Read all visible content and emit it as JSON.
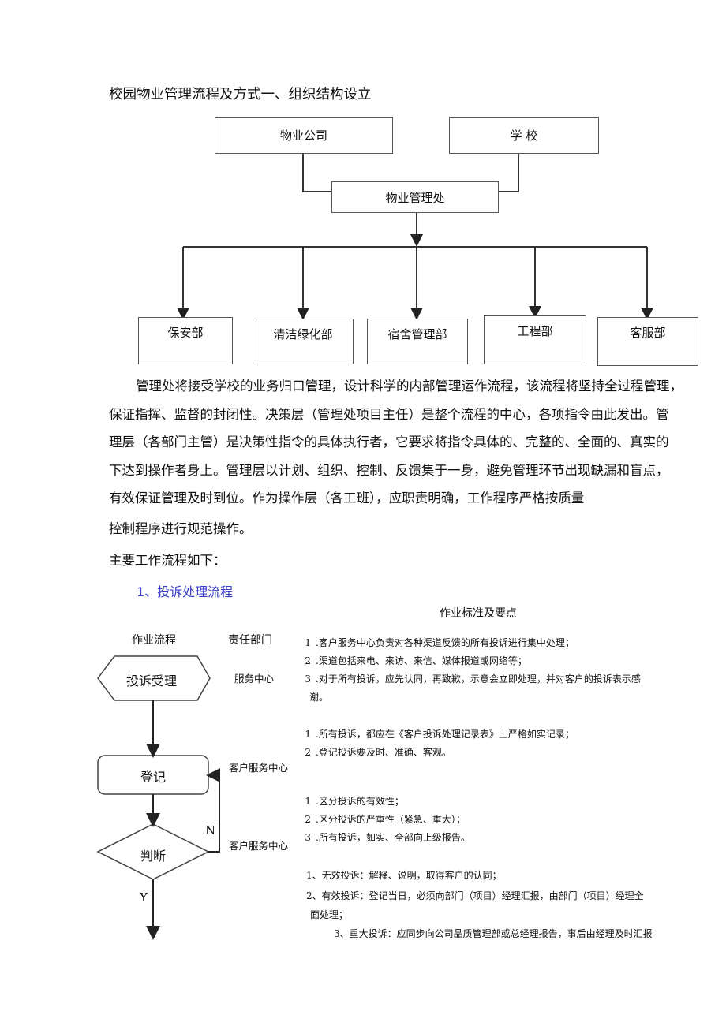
{
  "title": "校园物业管理流程及方式一、组织结构设立",
  "org": {
    "company": "物业公司",
    "school": "学  校",
    "office": "物业管理处",
    "departments": [
      "保安部",
      "清洁绿化部",
      "宿舍管理部",
      "工程部",
      "客服部"
    ]
  },
  "intro_lines": [
    "管理处将接受学校的业务归口管理，设计科学的内部管理运作流程，该流程将坚持全过程管理，",
    "保证指挥、监督的封闭性。决策层（管理处项目主任）是整个流程的中心，各项指令由此发出。管",
    "理层（各部门主管）是决策性指令的具体执行者，它要求将指令具体的、完整的、全面的、真实的",
    "下达到操作者身上。管理层以计划、组织、控制、反馈集于一身，避免管理环节出现缺漏和盲点，",
    "有效保证管理及时到位。作为操作层（各工班），应职责明确，工作程序严格按质量",
    "控制程序进行规范操作。"
  ],
  "main_flow_label": "主要工作流程如下：",
  "section1_title": "1、投诉处理流程",
  "table": {
    "header_standards": "作业标准及要点",
    "header_flow": "作业流程",
    "header_dept": "责任部门"
  },
  "flow": {
    "step1": "投诉受理",
    "step2": "登记",
    "step3": "判断",
    "no_label": "N",
    "yes_label": "Y"
  },
  "depts": [
    "服务中心",
    "客户服务中心",
    "客户服务中心"
  ],
  "standards": {
    "group1": [
      {
        "num": "1",
        "text": ".客户服务中心负责对各种渠道反馈的所有投诉进行集中处理；"
      },
      {
        "num": "2",
        "text": ".渠道包括来电、来访、来信、媒体报道或网络等；"
      },
      {
        "num": "3",
        "text": ".对于所有投诉，应先认同，再致歉，示意会立即处理，并对客户的投诉表示感"
      }
    ],
    "group1_cont": "谢。",
    "group2": [
      {
        "num": "1",
        "text": ".所有投诉，都应在《客户投诉处理记录表》上严格如实记录；"
      },
      {
        "num": "2",
        "text": ".登记投诉要及时、准确、客观。"
      }
    ],
    "group3": [
      {
        "num": "1",
        "text": ".区分投诉的有效性；"
      },
      {
        "num": "2",
        "text": ".区分投诉的严重性（紧急、重大）；"
      },
      {
        "num": "3",
        "text": ".所有投诉，如实、全部向上级报告。"
      }
    ],
    "group4": [
      "1、无效投诉：解释、说明，取得客户的认同；",
      "2、有效投诉：登记当日，必须向部门（项目）经理汇报，由部门（项目）经理全",
      "面处理；",
      "3、重大投诉：应同步向公司品质管理部或总经理报告，事后由经理及时汇报"
    ]
  }
}
